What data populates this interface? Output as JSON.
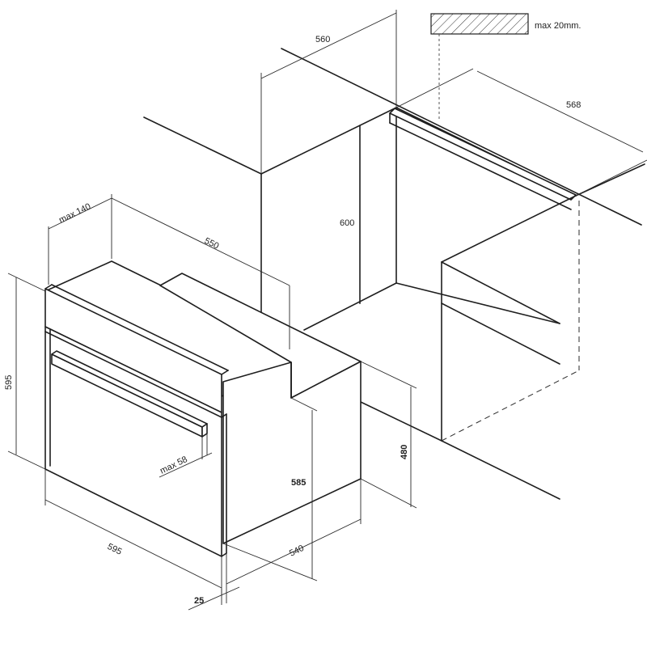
{
  "diagram": {
    "dimensions": {
      "max_thickness": "max 20mm.",
      "niche_depth": "560",
      "niche_width": "568",
      "niche_height": "600",
      "max_panel": "max 140",
      "oven_depth": "550",
      "oven_height": "595",
      "oven_width": "595",
      "handle_depth": "max 58",
      "body_height": "585",
      "body_depth": "540",
      "front_thickness": "25",
      "cutout_height": "480"
    }
  }
}
